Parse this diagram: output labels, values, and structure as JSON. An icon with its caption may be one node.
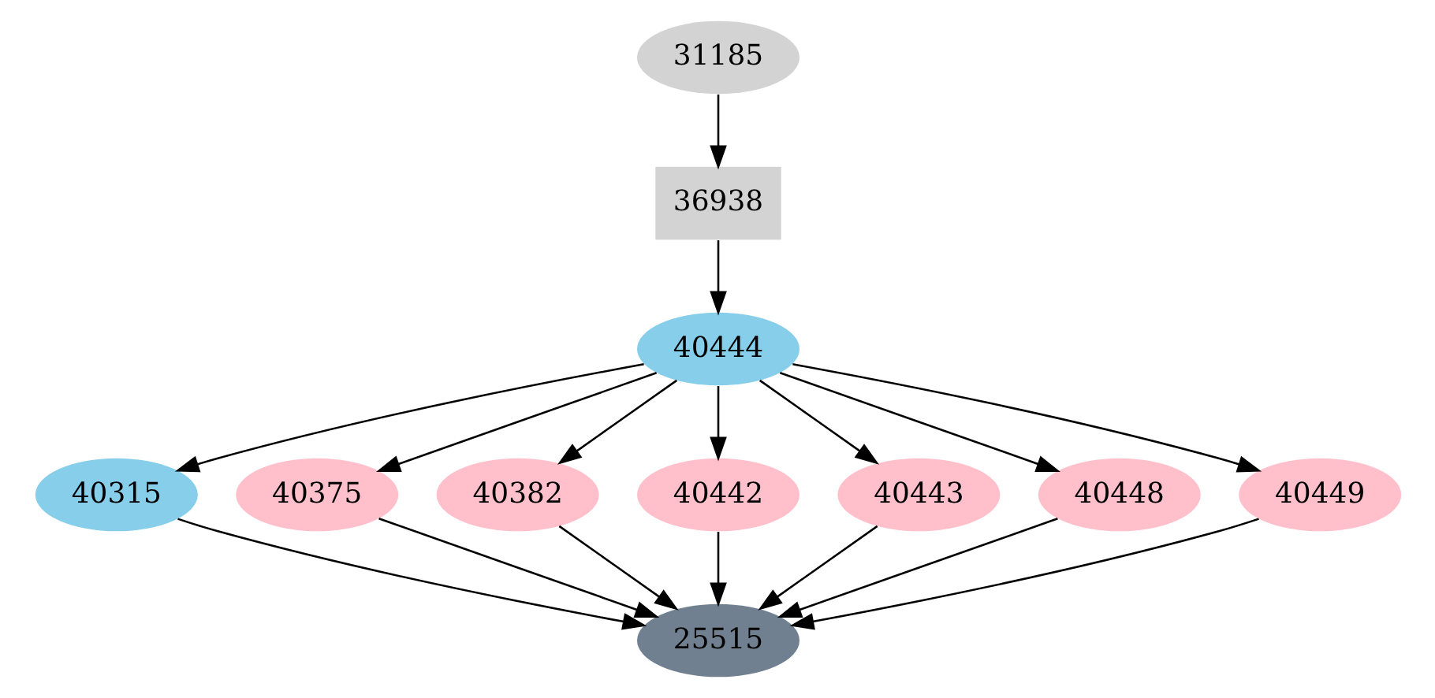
{
  "diagram": {
    "nodes": [
      {
        "text": [
          "31185"
        ]
      },
      {
        "text": [
          "36938"
        ]
      },
      {
        "text": [
          "40444"
        ]
      },
      {
        "text": [
          "40315"
        ]
      },
      {
        "text": [
          "40375"
        ]
      },
      {
        "text": [
          "40382"
        ]
      },
      {
        "text": [
          "40442"
        ]
      },
      {
        "text": [
          "40443"
        ]
      },
      {
        "text": [
          "40448"
        ]
      },
      {
        "text": [
          "40449"
        ]
      },
      {
        "text": [
          "25515"
        ]
      }
    ],
    "edges": [
      {
        "from": 0,
        "to": 1,
        "arrow": "to"
      },
      {
        "from": 1,
        "to": 2,
        "arrow": "to"
      },
      {
        "from": 2,
        "to": 3,
        "arrow": "to"
      },
      {
        "from": 2,
        "to": 4,
        "arrow": "to"
      },
      {
        "from": 2,
        "to": 5,
        "arrow": "to"
      },
      {
        "from": 2,
        "to": 6,
        "arrow": "to"
      },
      {
        "from": 2,
        "to": 7,
        "arrow": "to"
      },
      {
        "from": 2,
        "to": 8,
        "arrow": "to"
      },
      {
        "from": 2,
        "to": 9,
        "arrow": "to"
      },
      {
        "from": 3,
        "to": 10,
        "arrow": "to"
      },
      {
        "from": 4,
        "to": 10,
        "arrow": "to"
      },
      {
        "from": 5,
        "to": 10,
        "arrow": "to"
      },
      {
        "from": 6,
        "to": 10,
        "arrow": "to"
      },
      {
        "from": 7,
        "to": 10,
        "arrow": "to"
      },
      {
        "from": 8,
        "to": 10,
        "arrow": "to"
      },
      {
        "from": 9,
        "to": 10,
        "arrow": "to"
      }
    ]
  }
}
